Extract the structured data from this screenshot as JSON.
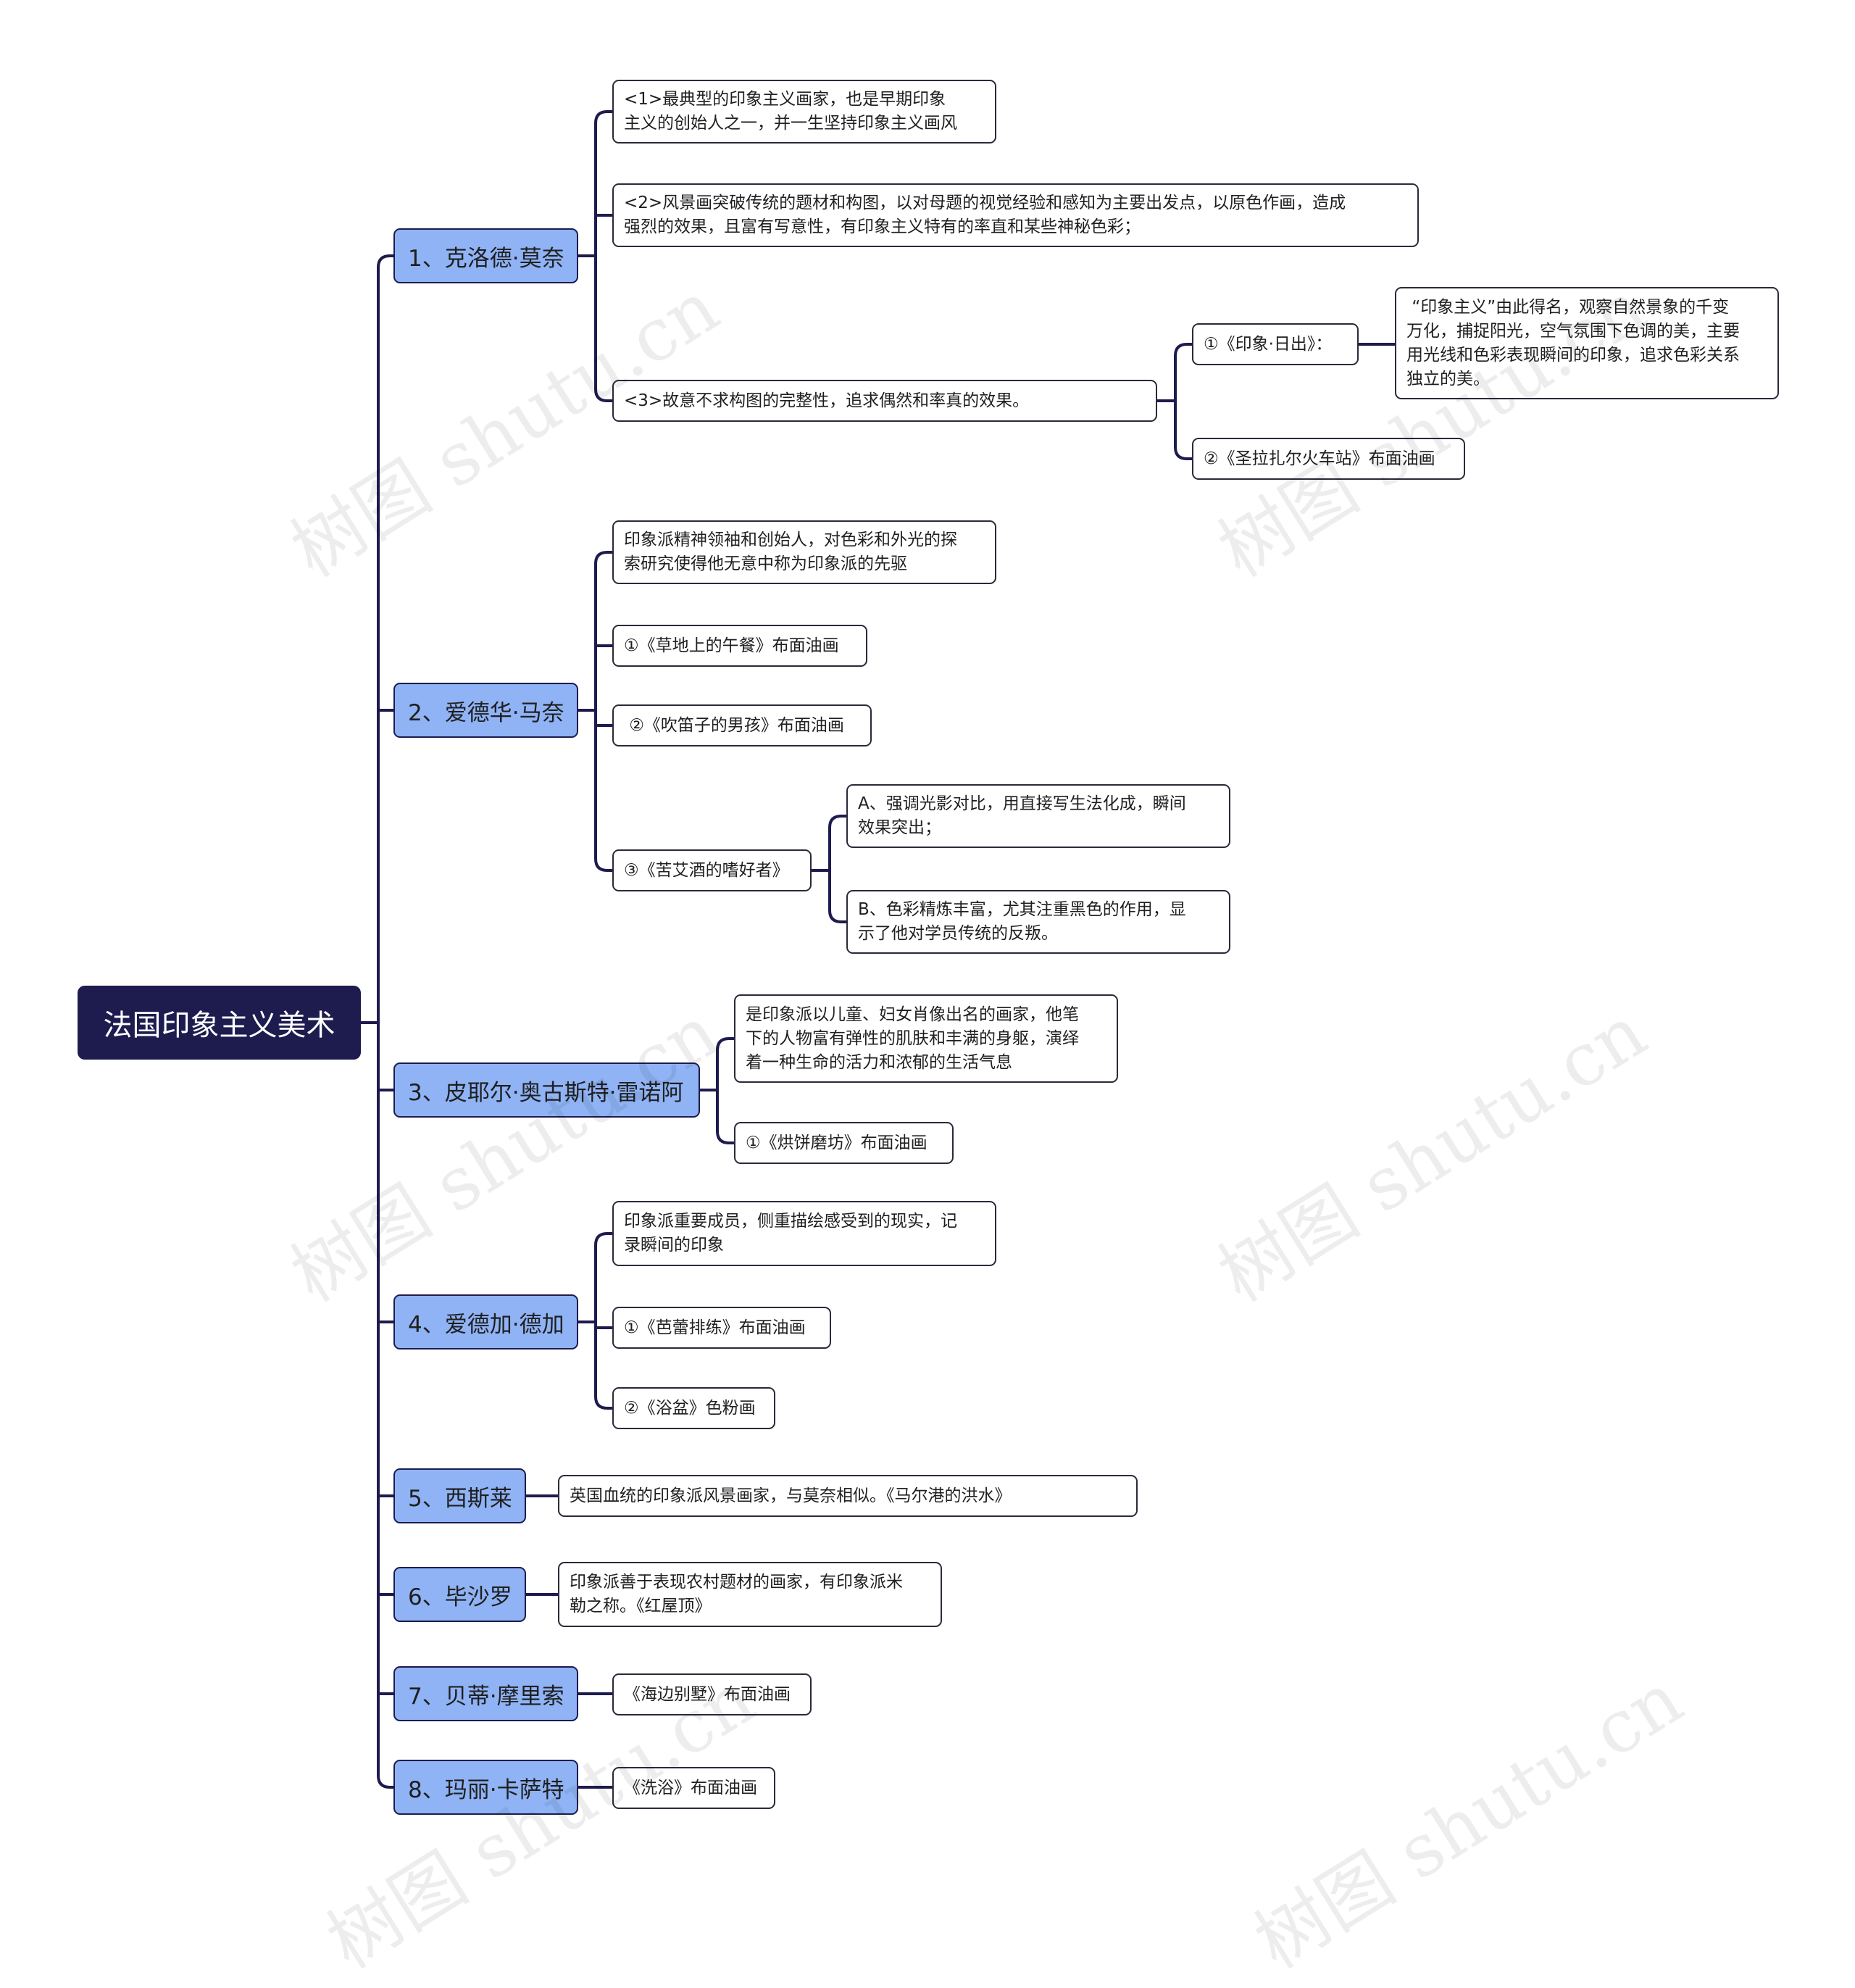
{
  "root": {
    "title": "法国印象主义美术"
  },
  "branches": [
    {
      "label": "1、克洛德·莫奈",
      "children": [
        {
          "text": "<1>最典型的印象主义画家，也是早期印象\n主义的创始人之一，并一生坚持印象主义画风"
        },
        {
          "text": "<2>风景画突破传统的题材和构图，以对母题的视觉经验和感知为主要出发点，以原色作画，造成\n强烈的效果，且富有写意性，有印象主义特有的率直和某些神秘色彩；"
        },
        {
          "text": "<3>故意不求构图的完整性，追求偶然和率真的效果。",
          "children": [
            {
              "text": "①《印象·日出》：",
              "children": [
                {
                  "text": " “印象主义”由此得名，观察自然景象的千变\n万化，捕捉阳光，空气氛围下色调的美，主要\n用光线和色彩表现瞬间的印象，追求色彩关系\n独立的美。"
                }
              ]
            },
            {
              "text": "②《圣拉扎尔火车站》布面油画"
            }
          ]
        }
      ]
    },
    {
      "label": "2、爱德华·马奈",
      "children": [
        {
          "text": "印象派精神领袖和创始人，对色彩和外光的探\n索研究使得他无意中称为印象派的先驱"
        },
        {
          "text": "①《草地上的午餐》布面油画"
        },
        {
          "text": " ②《吹笛子的男孩》布面油画"
        },
        {
          "text": "③《苦艾酒的嗜好者》",
          "children": [
            {
              "text": "A、强调光影对比，用直接写生法化成，瞬间\n效果突出；"
            },
            {
              "text": "B、色彩精炼丰富，尤其注重黑色的作用，显\n示了他对学员传统的反叛。"
            }
          ]
        }
      ]
    },
    {
      "label": "3、皮耶尔·奥古斯特·雷诺阿",
      "children": [
        {
          "text": "是印象派以儿童、妇女肖像出名的画家，他笔\n下的人物富有弹性的肌肤和丰满的身躯，演绎\n着一种生命的活力和浓郁的生活气息"
        },
        {
          "text": "①《烘饼磨坊》布面油画"
        }
      ]
    },
    {
      "label": "4、爱德加·德加",
      "children": [
        {
          "text": "印象派重要成员，侧重描绘感受到的现实，记\n录瞬间的印象"
        },
        {
          "text": "①《芭蕾排练》布面油画"
        },
        {
          "text": "②《浴盆》色粉画"
        }
      ]
    },
    {
      "label": "5、西斯莱",
      "children": [
        {
          "text": "英国血统的印象派风景画家，与莫奈相似。《马尔港的洪水》"
        }
      ]
    },
    {
      "label": "6、毕沙罗",
      "children": [
        {
          "text": "印象派善于表现农村题材的画家，有印象派米\n勒之称。《红屋顶》"
        }
      ]
    },
    {
      "label": "7、贝蒂·摩里索",
      "children": [
        {
          "text": "《海边别墅》布面油画"
        }
      ]
    },
    {
      "label": "8、玛丽·卡萨特",
      "children": [
        {
          "text": "《洗浴》布面油画"
        }
      ]
    }
  ],
  "watermark": "树图 shutu.cn"
}
